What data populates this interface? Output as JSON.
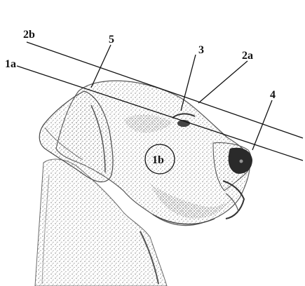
{
  "figure": {
    "subject": "dog-head-profile",
    "labels": {
      "line_1a": "1a",
      "line_2b": "2b",
      "point_5": "5",
      "point_3": "3",
      "point_2a": "2a",
      "point_4": "4",
      "region_1b": "1b"
    },
    "colors": {
      "ink": "#111111",
      "shading": "#7a7a7a",
      "light_shading": "#b8b8b8",
      "background": "#ffffff"
    }
  }
}
